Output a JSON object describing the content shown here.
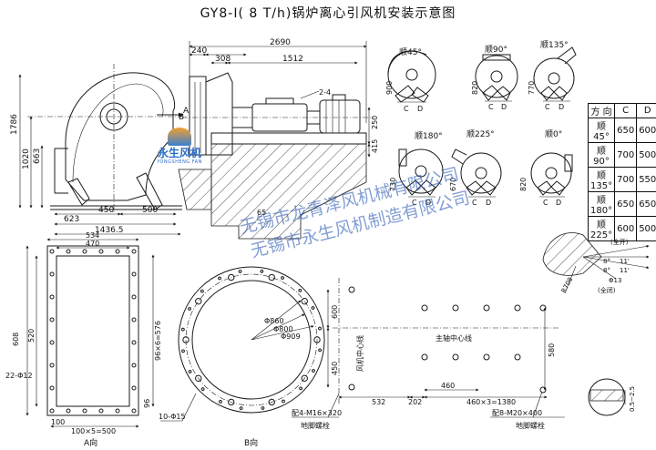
{
  "title": "GY8-Ⅰ( 8 T/h)锅炉离心引风机安装示意图",
  "watermark": {
    "lines": [
      "无锡市龙青泽风机械有限公司",
      "无锡市永生风机制造有限公司"
    ],
    "color": "#1e4fb0"
  },
  "logo": {
    "name": "永生风机",
    "sub": "YONGSHENG FAN"
  },
  "side_view": {
    "top": [
      "2690",
      "240",
      "308",
      "1512",
      "2-4",
      "250",
      "415",
      "65"
    ],
    "left": [
      "1786",
      "1020",
      "663",
      "623",
      "450",
      "500",
      "1436.5",
      "B"
    ],
    "arrow_label": "A"
  },
  "orientations": [
    {
      "label": "顺45°",
      "dims": [
        "900",
        "C",
        "D"
      ]
    },
    {
      "label": "顺90°",
      "dims": [
        "820",
        "C",
        "D"
      ]
    },
    {
      "label": "顺135°",
      "dims": [
        "770",
        "C",
        "D"
      ]
    },
    {
      "label": "顺180°",
      "dims": [
        "730",
        "C",
        "D"
      ]
    },
    {
      "label": "顺225°",
      "dims": [
        "670",
        "C",
        "D"
      ]
    },
    {
      "label": "顺0°",
      "dims": [
        "820",
        "C",
        "D"
      ]
    }
  ],
  "direction_table": {
    "headers": [
      "方 向",
      "C",
      "D"
    ],
    "rows": [
      [
        "顺45°",
        "650",
        "600"
      ],
      [
        "顺90°",
        "700",
        "500"
      ],
      [
        "顺135°",
        "700",
        "550"
      ],
      [
        "顺180°",
        "650",
        "650"
      ],
      [
        "顺225°",
        "600",
        "500"
      ]
    ]
  },
  "view_a": {
    "dims": [
      "534",
      "470",
      "608",
      "520",
      "96×6=576",
      "22-Φ12",
      "96",
      "100",
      "100×5=500"
    ],
    "caption": "A向"
  },
  "view_b": {
    "dims": [
      "Φ860",
      "Φ800",
      "Φ909",
      "10-Φ15"
    ],
    "caption": "B向"
  },
  "foundation": {
    "dims": [
      "600",
      "450",
      "风机中心线",
      "主轴中心线",
      "580",
      "532",
      "202",
      "460",
      "460×3=1380"
    ],
    "notes": [
      "配4-M16×320",
      "地脚螺栓",
      "配8-M20×400",
      "地脚螺栓"
    ]
  },
  "damper": {
    "labels": [
      "(全开)",
      "8°",
      "11'",
      "8°",
      "11'",
      "Φ13",
      "R708",
      "(全闭)"
    ],
    "detail": "0.5~2.5"
  }
}
